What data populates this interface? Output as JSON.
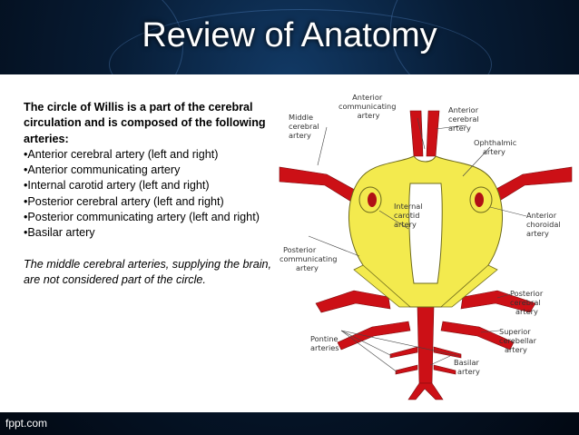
{
  "slide": {
    "title": "Review of Anatomy",
    "intro": "The circle of Willis is a part of the cerebral circulation and is composed of the following arteries:",
    "bullets": [
      "•Anterior cerebral artery (left and right)",
      "•Anterior communicating artery",
      "•Internal carotid artery (left and right)",
      "•Posterior cerebral artery (left and right)",
      "•Posterior communicating artery (left and right)",
      "•Basilar artery"
    ],
    "note": "The middle cerebral arteries, supplying the brain, are not considered part of the circle."
  },
  "diagram": {
    "labels": {
      "middle_cerebral": [
        "Middle",
        "cerebral",
        "artery"
      ],
      "anterior_communicating": [
        "Anterior",
        "communicating",
        "artery"
      ],
      "anterior_cerebral": [
        "Anterior",
        "cerebral",
        "artery"
      ],
      "ophthalmic": [
        "Ophthalmic",
        "artery"
      ],
      "internal_carotid": [
        "Internal",
        "carotid",
        "artery"
      ],
      "anterior_choroidal": [
        "Anterior",
        "choroidal",
        "artery"
      ],
      "posterior_communicating": [
        "Posterior",
        "communicating",
        "artery"
      ],
      "posterior_cerebral": [
        "Posterior",
        "cerebral",
        "artery"
      ],
      "superior_cerebellar": [
        "Superior",
        "cerebellar",
        "artery"
      ],
      "pontine": [
        "Pontine",
        "arteries"
      ],
      "basilar": [
        "Basilar",
        "artery"
      ]
    },
    "colors": {
      "artery": "#cc1016",
      "circle": "#f3ea4e",
      "outline": "#6e6a1c"
    }
  },
  "footer": "fppt.com"
}
